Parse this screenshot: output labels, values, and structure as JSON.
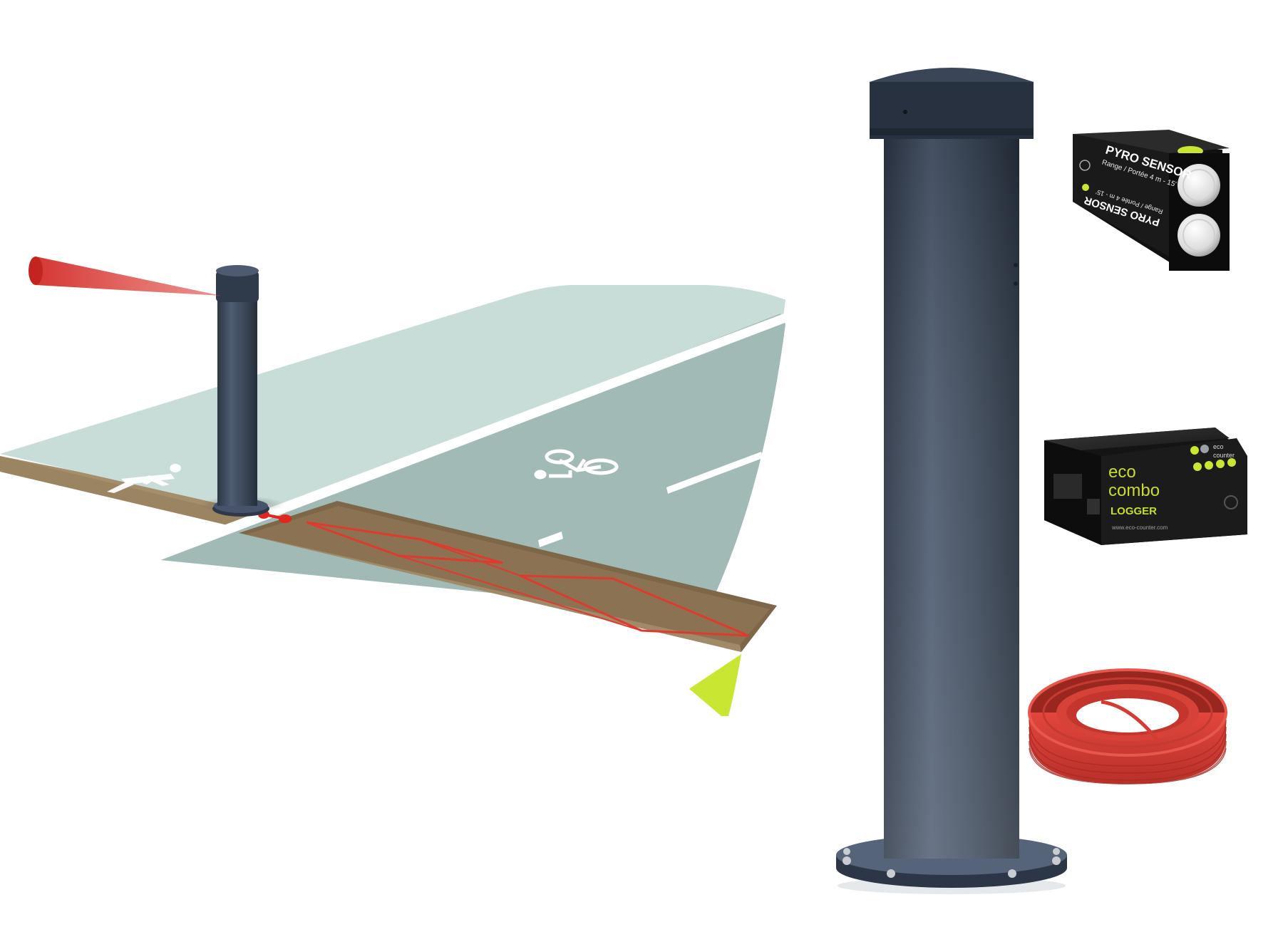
{
  "pyro_sensor": {
    "title": "PYRO SENSOR",
    "subtitle": "Range / Portée 4 m - 15'",
    "title_mirrored": "PYRO SENSOR",
    "subtitle_mirrored": "Range / Portée 4 m - 15'"
  },
  "logger": {
    "line1": "eco",
    "line2": "combo",
    "label": "LOGGER",
    "url": "www.eco-counter.com",
    "brand_line1": "eco",
    "brand_line2": "counter"
  },
  "colors": {
    "background": "#ffffff",
    "sidewalk": "#c9ddd8",
    "bike_lane": "#a2bab6",
    "edge_soil": "#a48e6c",
    "loop_pit": "#8a7252",
    "loop_wire": "#e03a2e",
    "post": "#3d4a5c",
    "beam": "#d8322c",
    "accent_green": "#c8e632",
    "cable": "#d43b32",
    "device_dark": "#1c1c1c"
  },
  "icons": {
    "pedestrian": "pedestrian-icon",
    "bicycle": "bicycle-icon"
  }
}
